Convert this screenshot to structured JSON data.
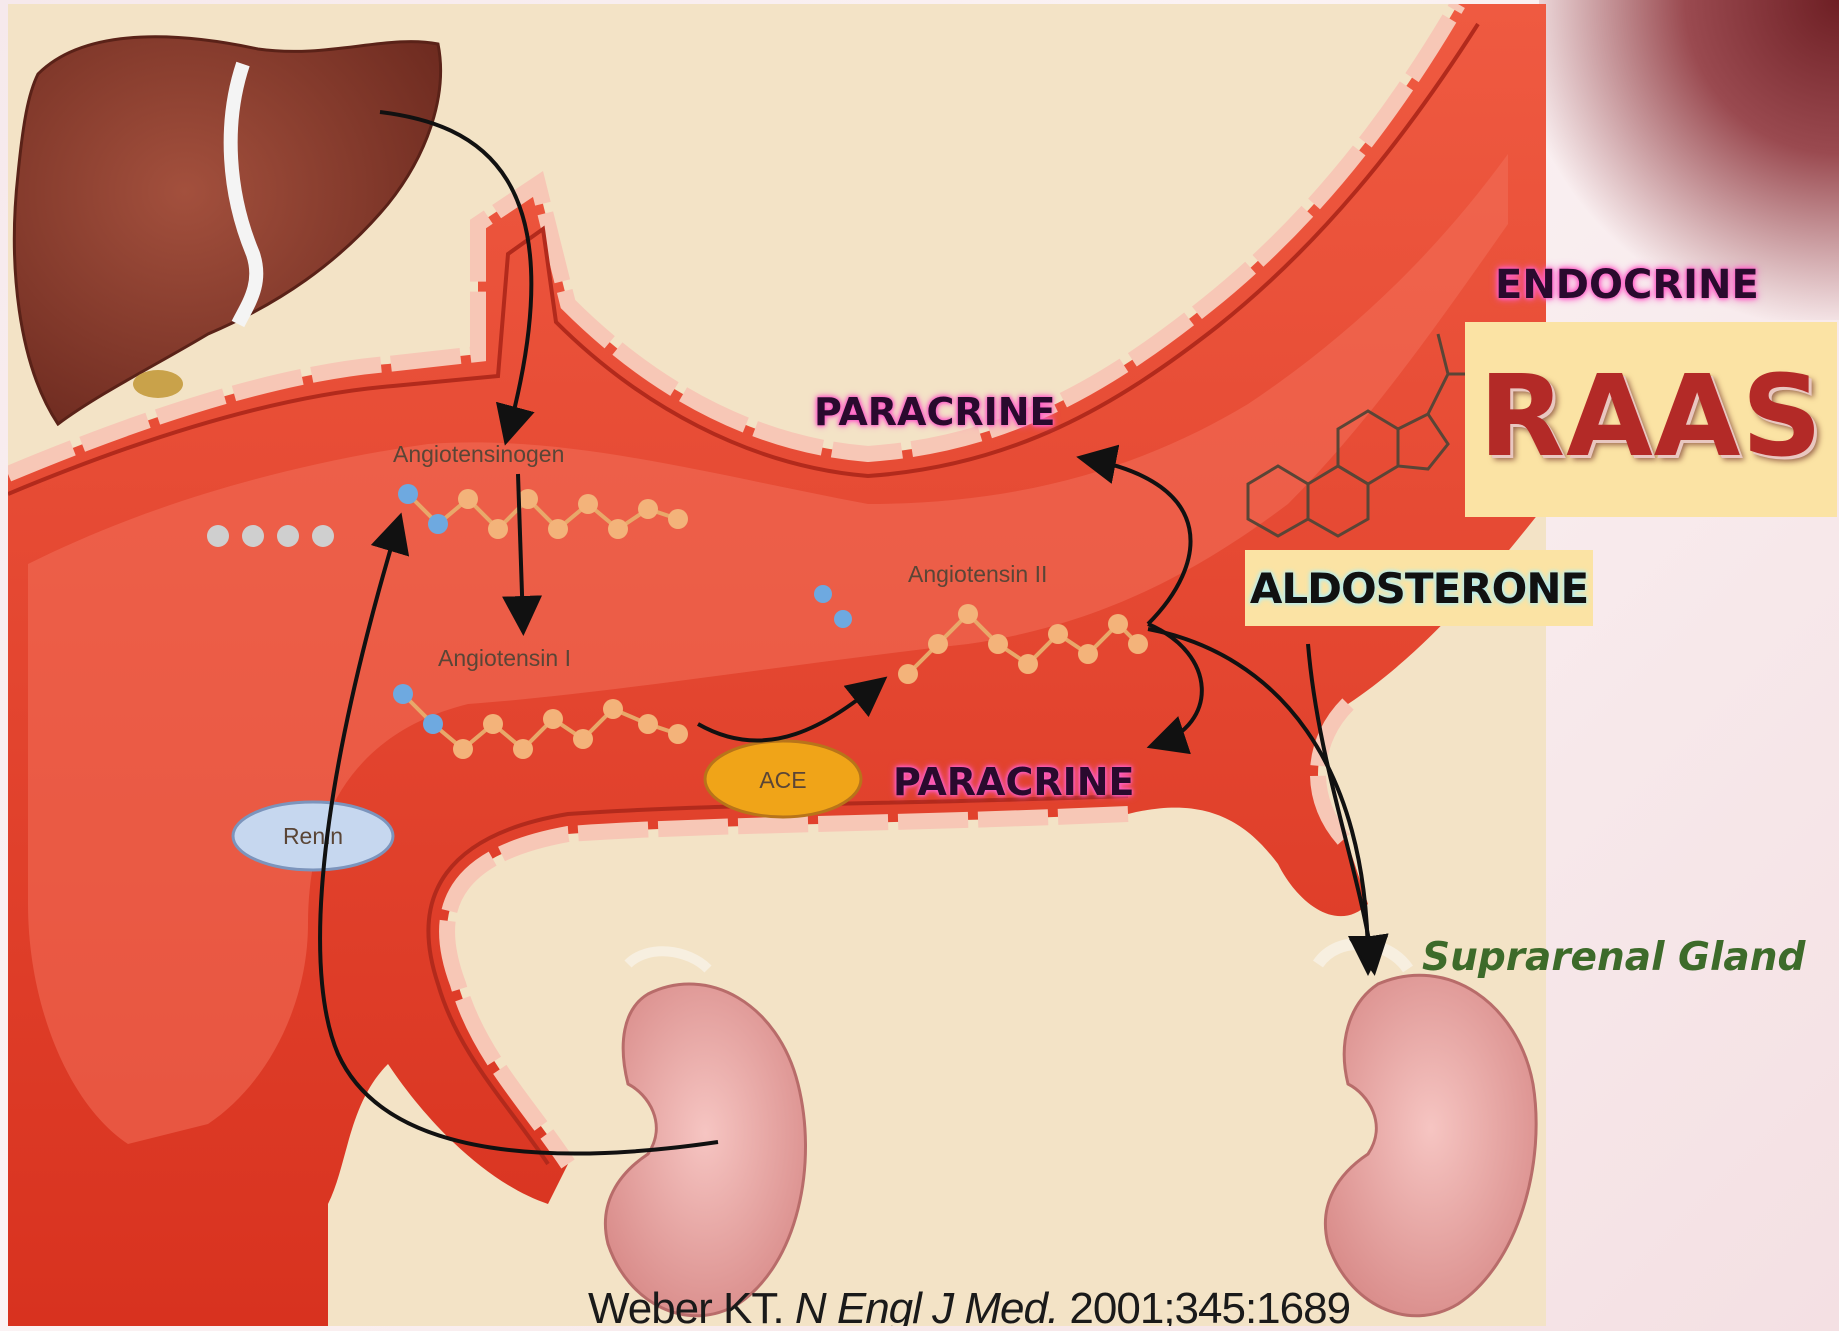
{
  "title": "RAAS",
  "labels": {
    "endocrine": "ENDOCRINE",
    "paracrine_top": "PARACRINE",
    "paracrine_bottom": "PARACRINE",
    "aldosterone": "ALDOSTERONE",
    "suprarenal_gland": "Suprarenal Gland"
  },
  "figure": {
    "angiotensinogen": "Angiotensinogen",
    "angiotensin_1": "Angiotensin I",
    "angiotensin_2": "Angiotensin II",
    "renin": "Renin",
    "ace": "ACE",
    "citation_author": "Weber KT.",
    "citation_journal": "N Engl J Med.",
    "citation_ref": "2001;345:1689"
  },
  "colors": {
    "vessel": "#e8402f",
    "liver": "#8c3b2c",
    "kidney": "#e9a7a4",
    "figure_background": "#f3e3c6",
    "raas_text": "#b32a27",
    "label_box": "#fbe3a4",
    "suprarenal_text": "#3d6b2a"
  }
}
